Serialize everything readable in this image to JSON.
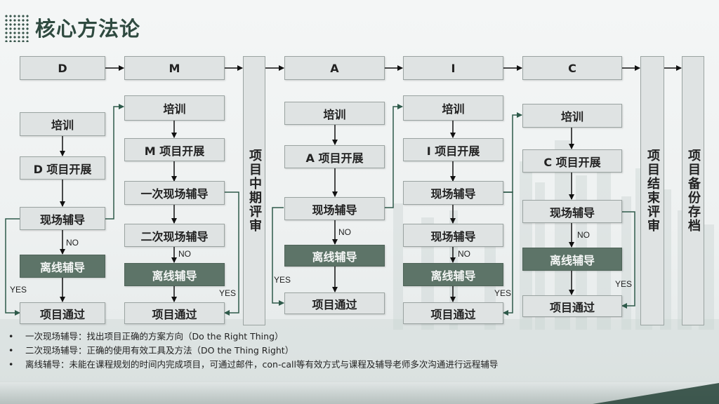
{
  "page": {
    "title": "核心方法论"
  },
  "phases": [
    "D",
    "M",
    "A",
    "I",
    "C"
  ],
  "verticals": {
    "mid_review": "项目中期评审",
    "end_review": "项目结束评审",
    "archive": "项目备份存档"
  },
  "columns": {
    "D": [
      "培训",
      "D 项目开展",
      "现场辅导",
      "离线辅导",
      "项目通过"
    ],
    "M": [
      "培训",
      "M 项目开展",
      "一次现场辅导",
      "二次现场辅导",
      "离线辅导",
      "项目通过"
    ],
    "A": [
      "培训",
      "A 项目开展",
      "现场辅导",
      "离线辅导",
      "项目通过"
    ],
    "I": [
      "培训",
      "I 项目开展",
      "现场辅导",
      "现场辅导",
      "离线辅导",
      "项目通过"
    ],
    "C": [
      "培训",
      "C 项目开展",
      "现场辅导",
      "离线辅导",
      "项目通过"
    ]
  },
  "labels": {
    "no": "NO",
    "yes": "YES"
  },
  "notes": [
    "一次现场辅导：找出项目正确的方案方向（Do the Right Thing）",
    "二次现场辅导：正确的使用有效工具及方法（DO the Thing Right）",
    "离线辅导：未能在课程规划的时间内完成项目，可通过邮件，con-call等有效方式与课程及辅导老师多次沟通进行远程辅导"
  ],
  "bullet": "•",
  "colors": {
    "accent": "#2f4a40",
    "box": "#dfe3e3",
    "dark_box": "#5d7468"
  }
}
